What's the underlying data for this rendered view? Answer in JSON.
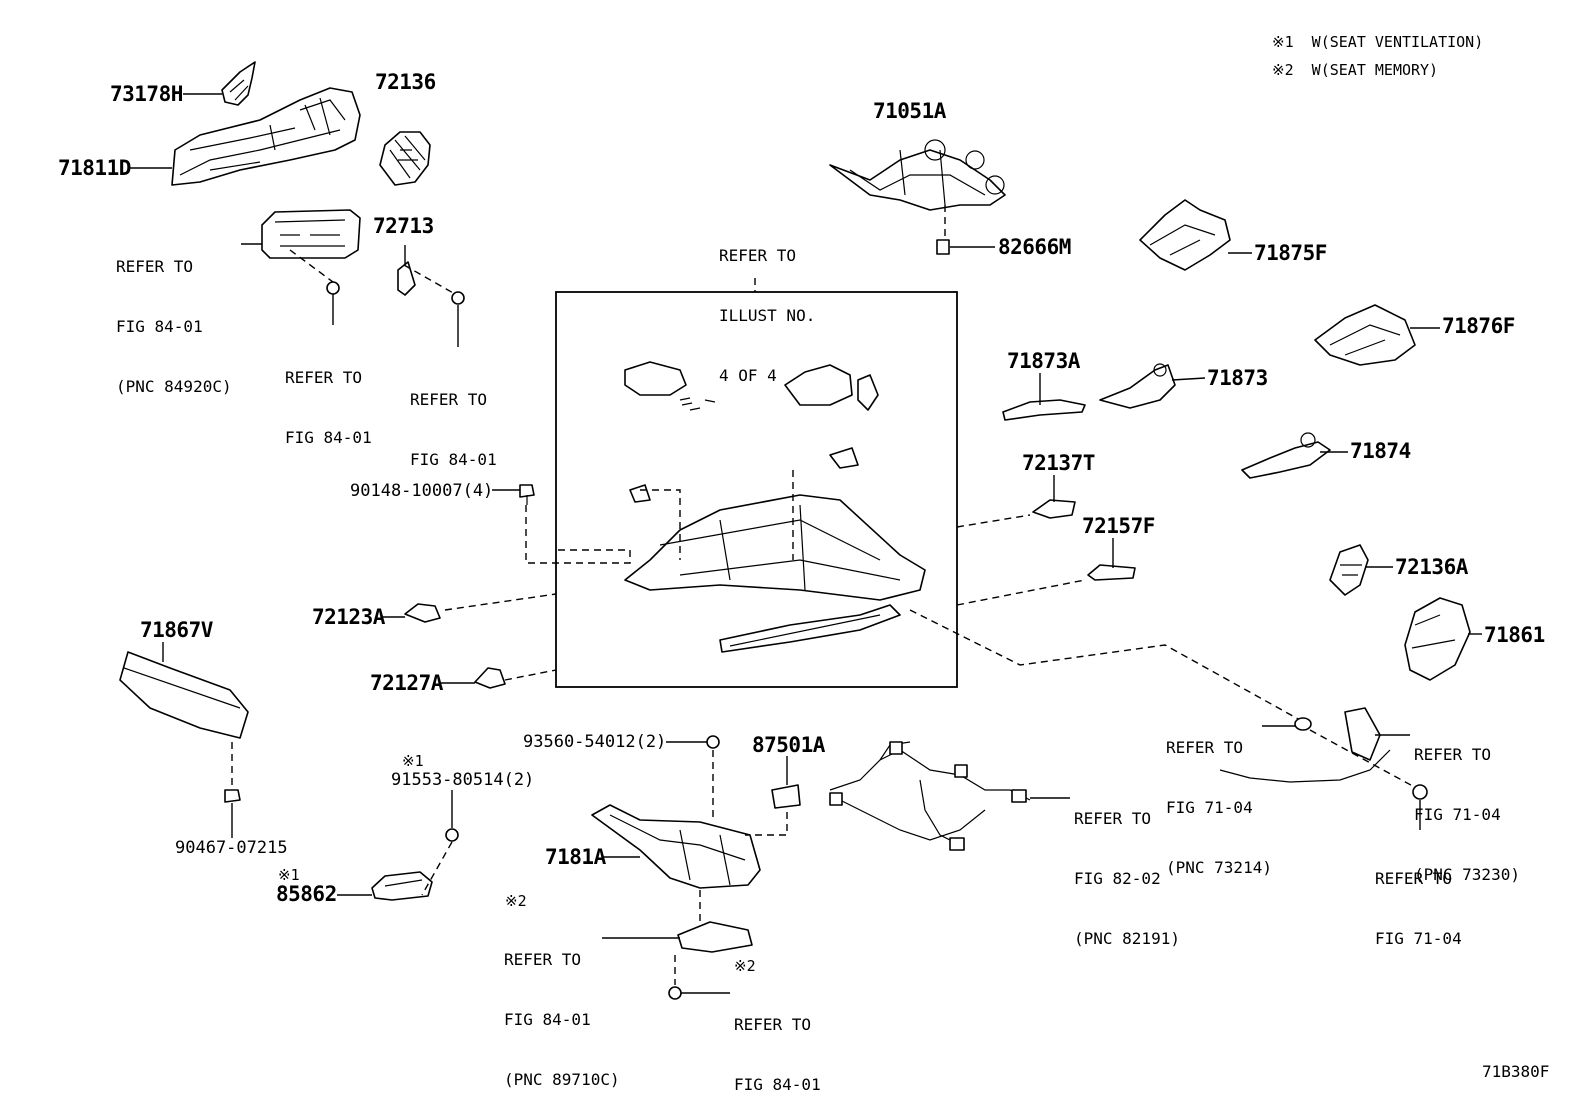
{
  "legend": {
    "note1": "※1  W(SEAT VENTILATION)",
    "note2": "※2  W(SEAT MEMORY)"
  },
  "figure_code": "71B380F",
  "parts": {
    "p73178H": "73178H",
    "p71811D": "71811D",
    "p72136": "72136",
    "p72713": "72713",
    "p71051A": "71051A",
    "p82666M": "82666M",
    "p71875F": "71875F",
    "p71876F": "71876F",
    "p71873A": "71873A",
    "p71873": "71873",
    "p71874": "71874",
    "p72137T": "72137T",
    "p72157F": "72157F",
    "p72136A": "72136A",
    "p71861": "71861",
    "p90148": "90148-10007(4)",
    "p72123A": "72123A",
    "p72127A": "72127A",
    "p71867V": "71867V",
    "p90467": "90467-07215",
    "p91553": "91553-80514(2)",
    "p85862": "85862",
    "p93560": "93560-54012(2)",
    "p87501A": "87501A",
    "p7181A": "7181A"
  },
  "refs": {
    "r_84920C": [
      "REFER TO",
      "FIG 84-01",
      "(PNC 84920C)"
    ],
    "r_84_a": [
      "REFER TO",
      "FIG 84-01"
    ],
    "r_84_b": [
      "REFER TO",
      "FIG 84-01"
    ],
    "r_illust": [
      "REFER TO",
      "ILLUST NO.",
      "4 OF 4"
    ],
    "r_73214": [
      "REFER TO",
      "FIG 71-04",
      "(PNC 73214)"
    ],
    "r_73230": [
      "REFER TO",
      "FIG 71-04",
      "(PNC 73230)"
    ],
    "r_82191": [
      "REFER TO",
      "FIG 82-02",
      "(PNC 82191)"
    ],
    "r_71_04": [
      "REFER TO",
      "FIG 71-04"
    ],
    "r_89710C": [
      "REFER TO",
      "FIG 84-01",
      "(PNC 89710C)"
    ],
    "r_84_c": [
      "REFER TO",
      "FIG 84-01"
    ]
  },
  "marks": {
    "m1a": "※1",
    "m1b": "※1",
    "m2a": "※2",
    "m2b": "※2"
  }
}
